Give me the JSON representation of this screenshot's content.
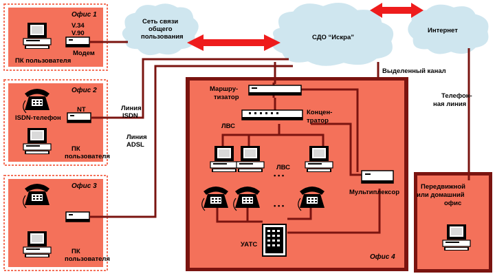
{
  "offices": {
    "office1": {
      "title": "Офис 1",
      "modem_spec_1": "V.34",
      "modem_spec_2": "V.90",
      "modem_label": "Модем",
      "pc_label": "ПК пользователя"
    },
    "office2": {
      "title": "Офис 2",
      "phone_label": "ISDN-телефон",
      "nt_label": "NT",
      "pc_label_1": "ПК",
      "pc_label_2": "пользователя"
    },
    "office3": {
      "title": "Офис 3",
      "pc_label_1": "ПК",
      "pc_label_2": "пользователя"
    },
    "office4": {
      "title": "Офис 4",
      "router_label_1": "Маршру-",
      "router_label_2": "тизатор",
      "hub_label_1": "Концен-",
      "hub_label_2": "тратор",
      "lan_label_1": "ЛВС",
      "lan_label_2": "ЛВС",
      "mux_label": "Мультиплексор",
      "pbx_label": "УАТС",
      "dots_1": "• • •",
      "dots_2": "• • •"
    },
    "mobile": {
      "title_1": "Передвижной",
      "title_2": "или домашний",
      "title_3": "офис"
    }
  },
  "clouds": {
    "public": {
      "line1": "Сеть связи",
      "line2": "общего",
      "line3": "пользования"
    },
    "sdo": {
      "label": "СДО “Искра”"
    },
    "internet": {
      "label": "Интернет"
    }
  },
  "links": {
    "isdn_1": "Линия",
    "isdn_2": "ISDN",
    "adsl_1": "Линия",
    "adsl_2": "ADSL",
    "leased": "Выделенный канал",
    "phone_1": "Телефон-",
    "phone_2": "ная линия"
  },
  "colors": {
    "office_fill": "#f4715a",
    "wire": "#7a1410",
    "arrow": "#ee1c1c",
    "cloud": "#cfe6ef"
  }
}
